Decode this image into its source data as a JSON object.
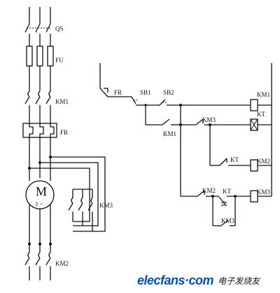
{
  "labels": {
    "qs": "QS",
    "fu": "FU",
    "km1_main": "KM1",
    "fr_main": "FR",
    "motor_m": "M",
    "motor_phase": "3",
    "motor_tilde": "~",
    "km3_main": "KM3",
    "km2_main": "KM2",
    "fr_ctrl": "FR",
    "sb1": "SB1",
    "sb2": "SB2",
    "km1_aux": "KM1",
    "km3_nc": "KM3",
    "km1_coil": "KM1",
    "kt_coil": "KT",
    "kt_nc": "KT",
    "km2_coil": "KM2",
    "km2_nc": "KM2",
    "kt_timed": "KT",
    "km3_coil": "KM3",
    "km3_hold": "KM3"
  },
  "watermark": {
    "site": "elecfans·com",
    "cn": "电子发烧友"
  }
}
